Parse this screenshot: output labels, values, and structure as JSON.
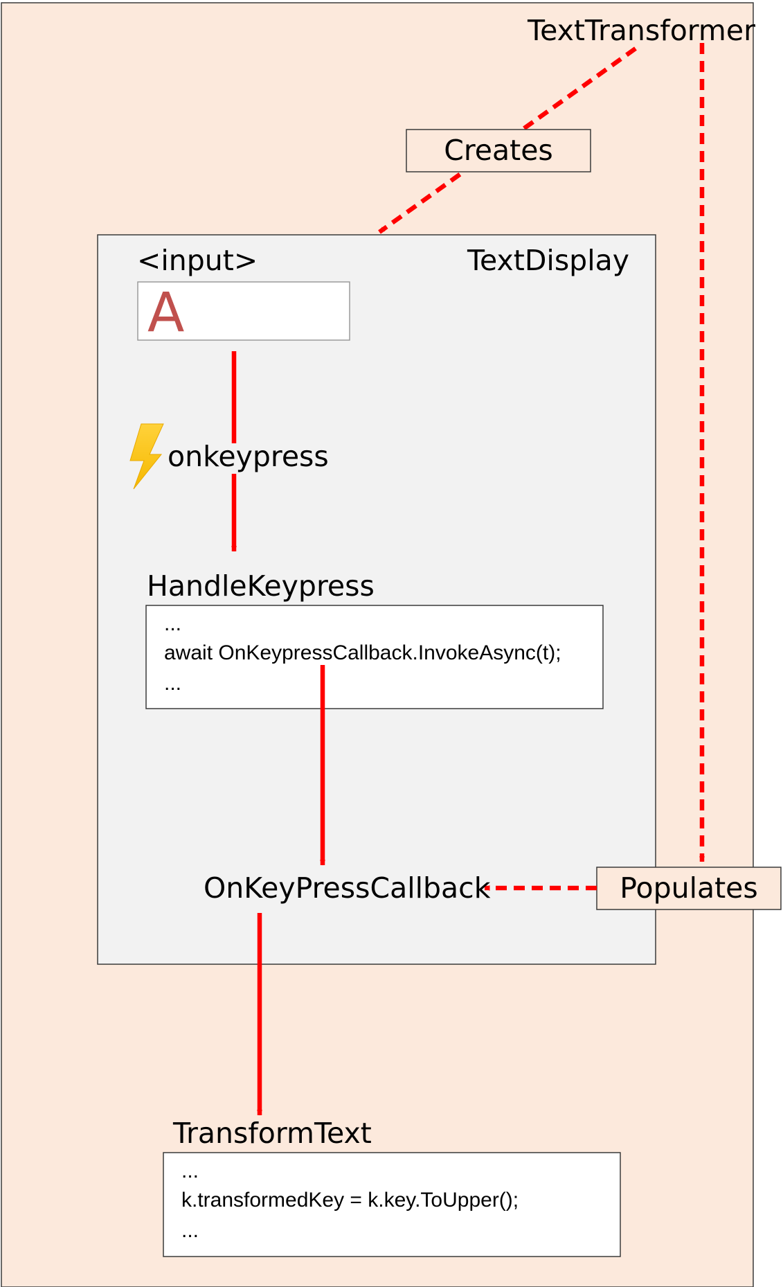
{
  "outer": {
    "title": "TextTransformer"
  },
  "edges": {
    "creates": "Creates",
    "populates": "Populates"
  },
  "text_display": {
    "title": "TextDisplay",
    "input_label": "<input>",
    "input_value": "A",
    "event_label": "onkeypress",
    "handler_title": "HandleKeypress",
    "handler_code": [
      "...",
      "await OnKeypressCallback.InvokeAsync(t);",
      "..."
    ],
    "callback_label": "OnKeyPressCallback"
  },
  "transform": {
    "title": "TransformText",
    "code": [
      "...",
      "k.transformedKey = k.key.ToUpper();",
      "..."
    ]
  },
  "colors": {
    "outer_fill": "#fce9dc",
    "inner_fill": "#f2f2f2",
    "arrow": "#ff0000",
    "letter": "#c0504d",
    "bolt": "#ffc000"
  }
}
